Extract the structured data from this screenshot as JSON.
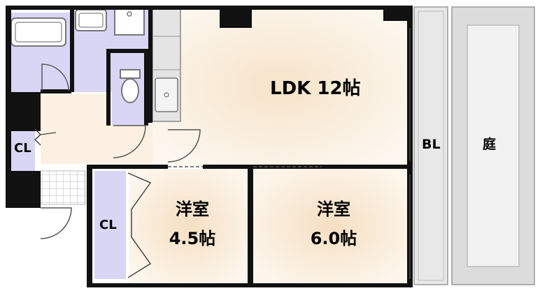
{
  "rooms": {
    "ldk": {
      "label": "LDK 12帖"
    },
    "western_small": {
      "name": "洋室",
      "size": "4.5帖"
    },
    "western_large": {
      "name": "洋室",
      "size": "6.0帖"
    },
    "balcony": {
      "label": "BL"
    },
    "garden": {
      "label": "庭"
    },
    "closet_entry": {
      "label": "CL"
    },
    "closet_bedroom": {
      "label": "CL"
    }
  },
  "colors": {
    "wall": "#111111",
    "wet_area": "#d9d6f5",
    "floor_warm": "#fbeede",
    "floor_light": "#fdf7ee",
    "balcony": "#e6e6e6",
    "garden": "#d8d8d8",
    "kitchen": "#e4e4e4"
  }
}
